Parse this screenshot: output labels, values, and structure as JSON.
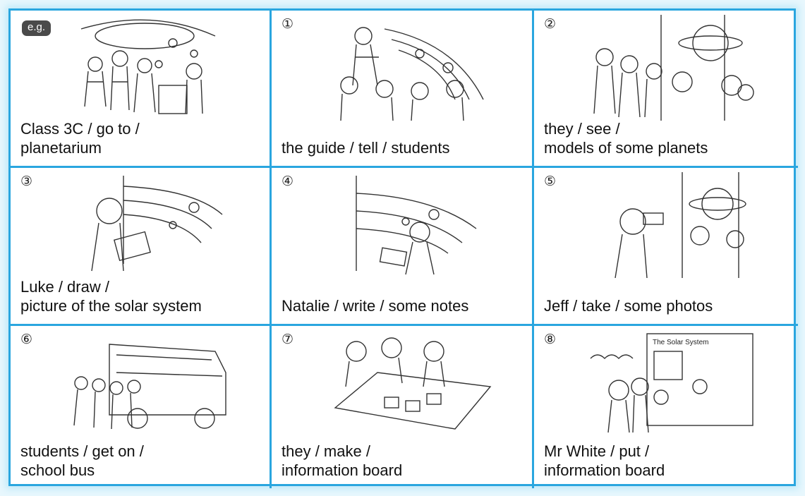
{
  "cells": [
    {
      "marker": "e.g.",
      "line1": "Class 3C / go to /",
      "line2": "planetarium"
    },
    {
      "marker": "①",
      "line1": "",
      "line2": "the guide / tell / students"
    },
    {
      "marker": "②",
      "line1": "they / see /",
      "line2": "models of some planets"
    },
    {
      "marker": "③",
      "line1": "Luke / draw /",
      "line2": "picture of the solar system"
    },
    {
      "marker": "④",
      "line1": "",
      "line2": "Natalie / write / some notes"
    },
    {
      "marker": "⑤",
      "line1": "",
      "line2": "Jeff / take / some photos"
    },
    {
      "marker": "⑥",
      "line1": "students / get on /",
      "line2": "school bus"
    },
    {
      "marker": "⑦",
      "line1": "they / make /",
      "line2": "information board"
    },
    {
      "marker": "⑧",
      "line1": "Mr White / put /",
      "line2": "information board"
    }
  ],
  "board_title": "The Solar System",
  "colors": {
    "border": "#2aa6df",
    "background": "#e8f7fd",
    "badge": "#4a4a4a"
  }
}
